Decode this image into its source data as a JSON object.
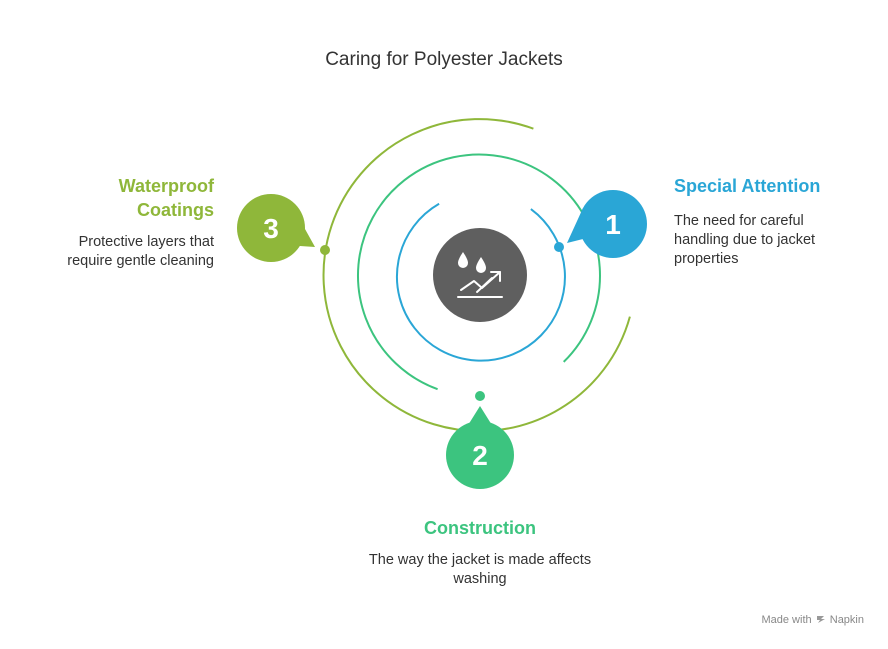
{
  "title": "Caring for Polyester Jackets",
  "colors": {
    "blue": "#2aa6d6",
    "green": "#3cc47f",
    "olive": "#8fb73a",
    "center": "#5f5f5f"
  },
  "center_icon": "water-drops-trend-up-icon",
  "items": [
    {
      "number": "1",
      "heading": "Special Attention",
      "description": "The need for careful handling due to jacket properties"
    },
    {
      "number": "2",
      "heading": "Construction",
      "description": "The way the jacket is made affects washing"
    },
    {
      "number": "3",
      "heading": "Waterproof Coatings",
      "description": "Protective layers that require gentle cleaning"
    }
  ],
  "footer": {
    "prefix": "Made with",
    "brand": "Napkin"
  }
}
